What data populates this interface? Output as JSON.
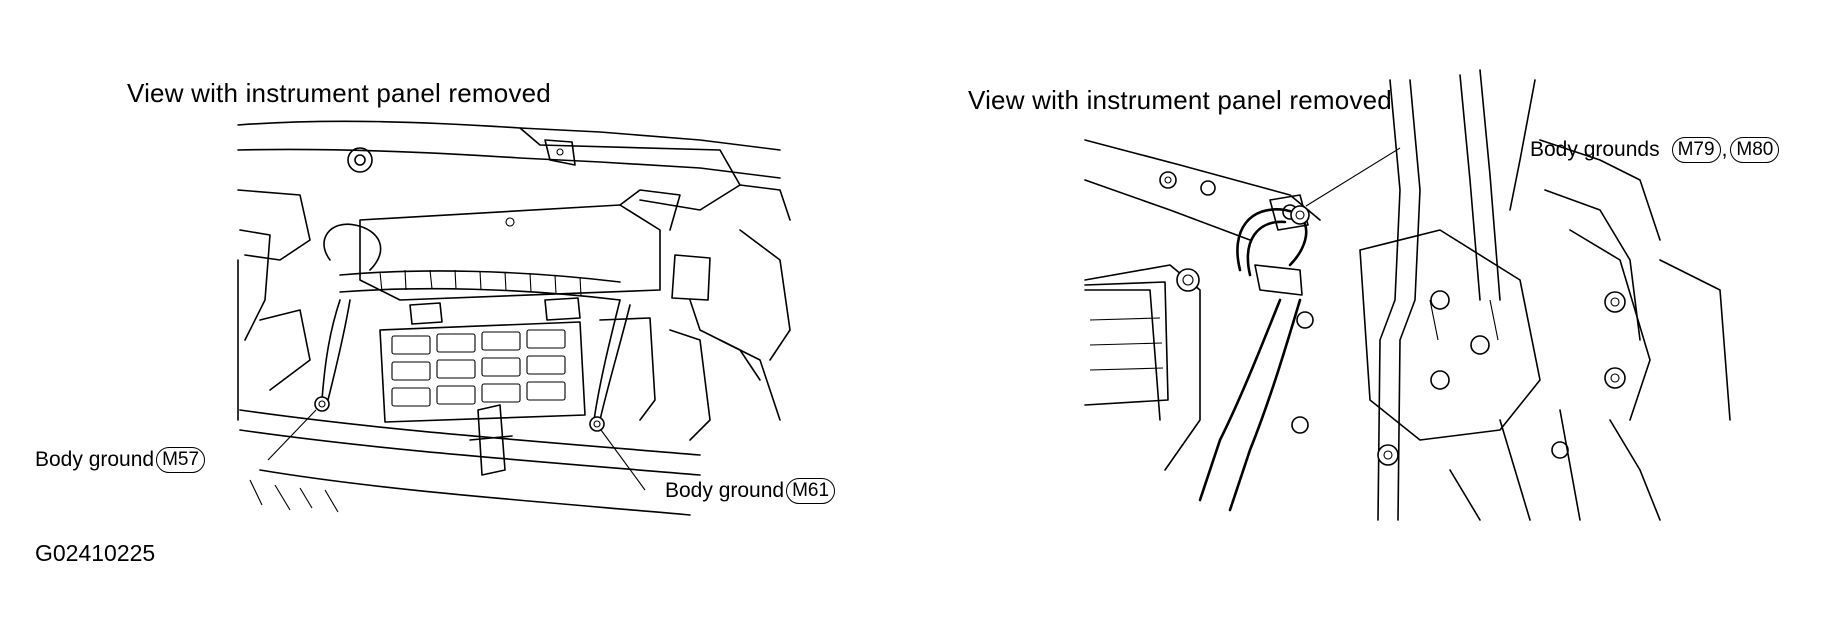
{
  "left_panel": {
    "title": "View with instrument panel removed",
    "callouts": [
      {
        "label": "Body ground",
        "connector": "M57"
      },
      {
        "label": "Body ground",
        "connector": "M61"
      }
    ]
  },
  "right_panel": {
    "title": "View with instrument panel removed",
    "callout": {
      "label": "Body grounds",
      "connectors": [
        "M79",
        "M80"
      ],
      "separator": ","
    }
  },
  "figure_id": "G02410225"
}
